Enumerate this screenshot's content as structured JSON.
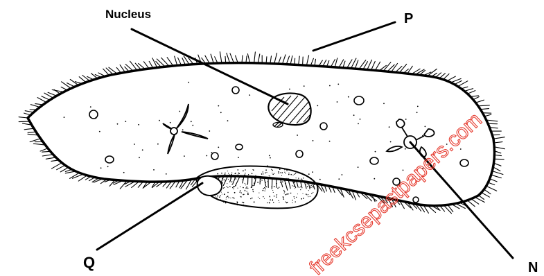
{
  "labels": {
    "nucleus": "Nucleus",
    "p": "P",
    "q": "Q",
    "n": "N"
  },
  "watermark": {
    "text": "freekcsepastpapers.com",
    "color": "#e63a2e"
  },
  "colors": {
    "ink": "#000000",
    "background": "#ffffff"
  }
}
